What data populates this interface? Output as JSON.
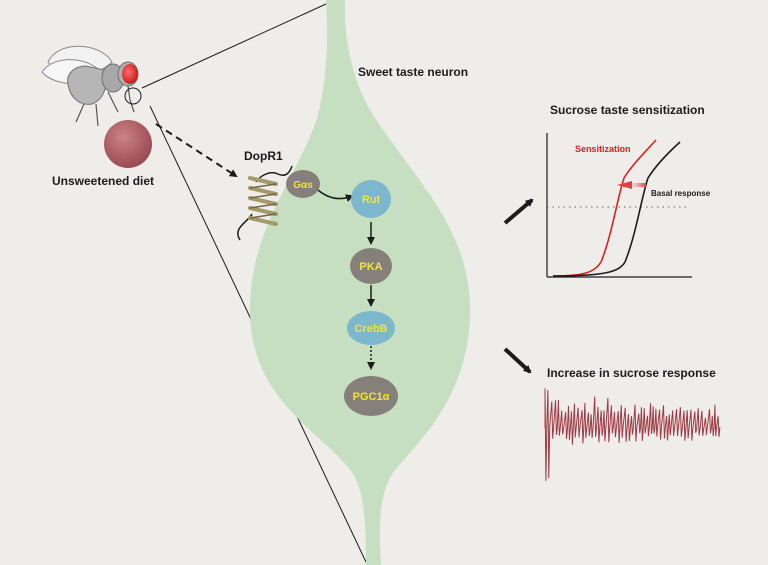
{
  "labels": {
    "neuron": "Sweet taste neuron",
    "diet": "Unsweetened diet",
    "receptor": "DopR1",
    "sensitization_title": "Sucrose taste sensitization",
    "sensitization_curve": "Sensitization",
    "basal_curve": "Basal response",
    "response_title": "Increase in sucrose response"
  },
  "pathway": [
    {
      "id": "gas",
      "label": "Gαs"
    },
    {
      "id": "rut",
      "label": "Rut"
    },
    {
      "id": "pka",
      "label": "PKA"
    },
    {
      "id": "crebb",
      "label": "CrebB"
    },
    {
      "id": "pgc1a",
      "label": "PGC1α"
    }
  ],
  "colors": {
    "background": "#efede9",
    "neuron": "#c5dfc0",
    "node_blue": "#7db7cd",
    "node_gray": "#858079",
    "node_text": "#f0e43a",
    "sensitization": "#e02020",
    "food": "#a8545a",
    "trace": "#a03a46"
  },
  "icons": [
    "fly-icon",
    "food-droplet-icon",
    "receptor-helix-icon",
    "arrow-icon"
  ]
}
